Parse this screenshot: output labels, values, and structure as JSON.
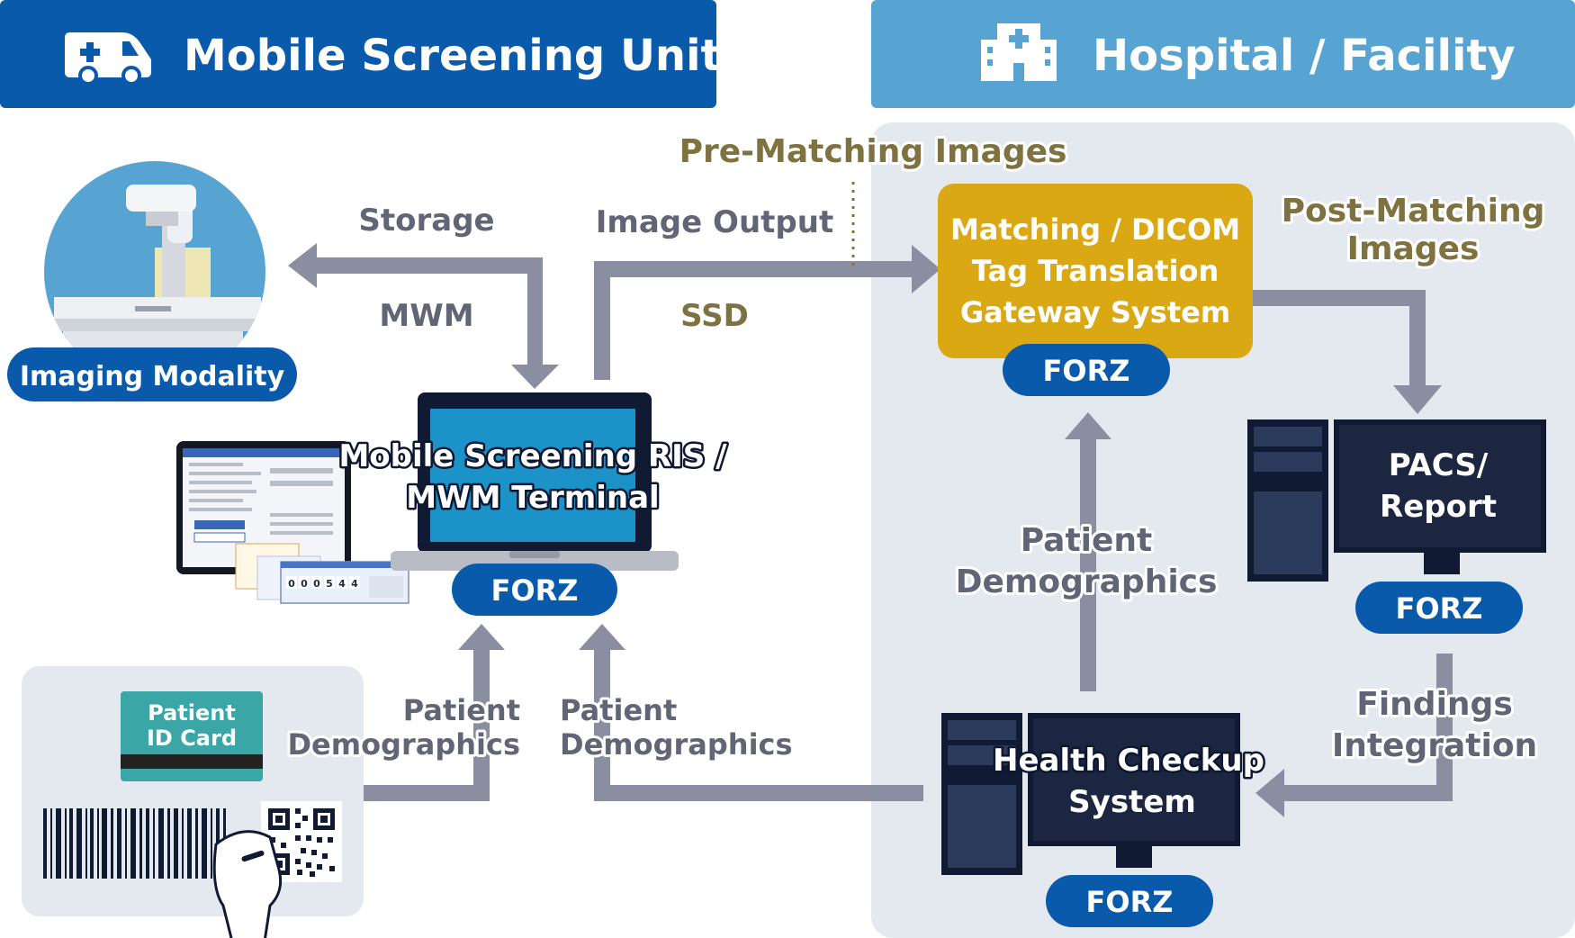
{
  "headers": {
    "mobile_unit": "Mobile Screening Unit",
    "hospital": "Hospital / Facility"
  },
  "labels": {
    "pre_matching": "Pre-Matching Images",
    "post_matching_1": "Post-Matching",
    "post_matching_2": "Images",
    "storage": "Storage",
    "mwm": "MWM",
    "image_output": "Image Output",
    "ssd": "SSD",
    "patient_demo_1": "Patient",
    "patient_demo_2": "Demographics",
    "findings_1": "Findings",
    "findings_2": "Integration"
  },
  "nodes": {
    "imaging_modality": "Imaging Modality",
    "ris_line1": "Mobile Screening RIS /",
    "ris_line2": "MWM Terminal",
    "gateway_line1": "Matching / DICOM",
    "gateway_line2": "Tag Translation",
    "gateway_line3": "Gateway System",
    "pacs_line1": "PACS/",
    "pacs_line2": "Report",
    "health_line1": "Health Checkup",
    "health_line2": "System",
    "id_card_line1": "Patient",
    "id_card_line2": "ID Card",
    "forz": "FORZ"
  },
  "screen": {
    "counter_digits": [
      "0",
      "0",
      "0",
      "5",
      "4",
      "4"
    ]
  },
  "colors": {
    "dark_blue": "#0a5aac",
    "light_blue": "#57a3d2",
    "panel_bg": "#e4e9f0",
    "arrow_gray": "#8a8ea0",
    "gold": "#d9a812",
    "olive_text": "#7e7340",
    "gray_text": "#626575",
    "monitor_dark": "#101a33",
    "teal": "#3aa6a6"
  },
  "icons": [
    "ambulance-icon",
    "hospital-icon",
    "barcode-icon",
    "qr-code-icon",
    "card-reader-icon",
    "x-ray-machine-icon"
  ]
}
